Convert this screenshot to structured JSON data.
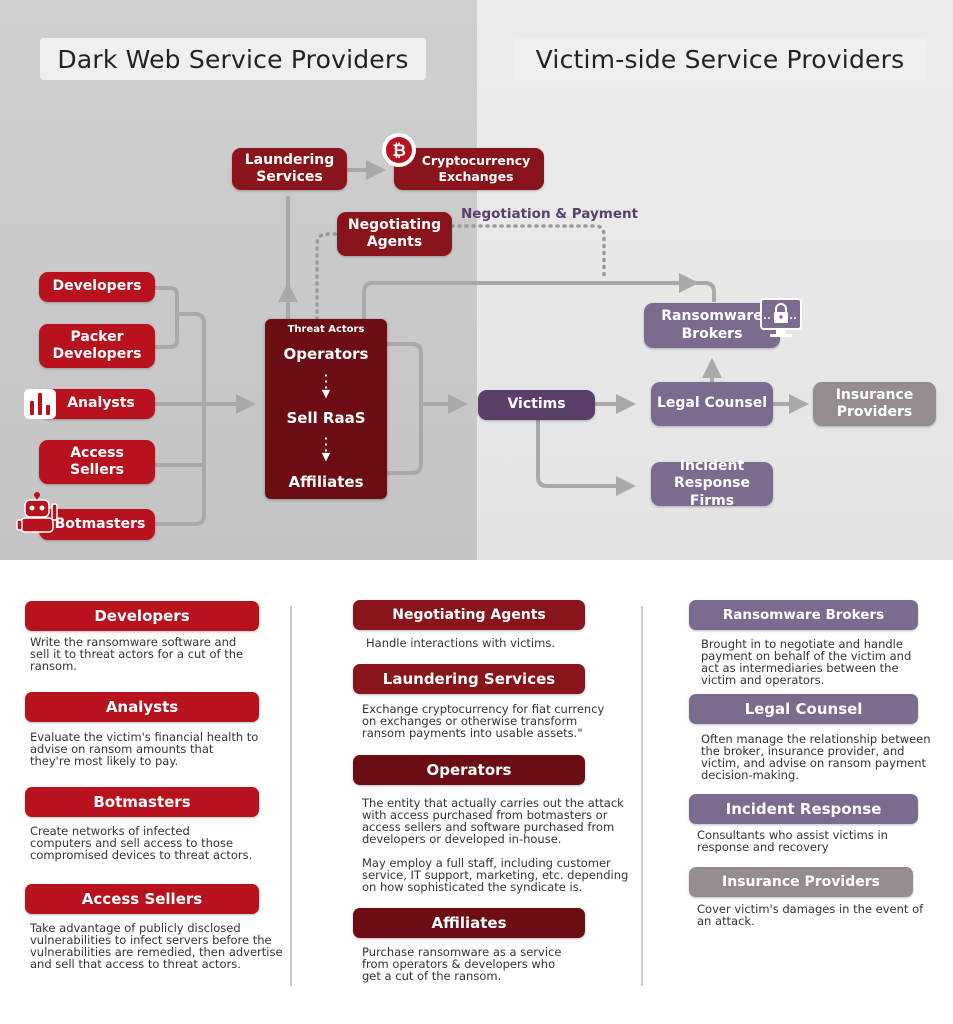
{
  "sections": {
    "left_title": "Dark Web Service Providers",
    "right_title": "Victim-side Service Providers"
  },
  "nodes": {
    "laundering": "Laundering Services",
    "crypto": "Cryptocurrency Exchanges",
    "negotiating": "Negotiating Agents",
    "developers": "Developers",
    "packer": "Packer Developers",
    "analysts": "Analysts",
    "access_sellers": "Access Sellers",
    "botmasters": "Botmasters",
    "victims": "Victims",
    "brokers": "Ransomware Brokers",
    "legal": "Legal Counsel",
    "insurance": "Insurance Providers",
    "incident": "Incident Response Firms"
  },
  "threat_actors": {
    "heading": "Threat Actors",
    "operators": "Operators",
    "sell_raas": "Sell RaaS",
    "affiliates": "Affiliates"
  },
  "labels": {
    "negotiation_payment": "Negotiation & Payment"
  },
  "icons": [
    "bitcoin-icon",
    "bar-chart-icon",
    "robot-icon",
    "locked-monitor-icon"
  ],
  "colors": {
    "red": "#b8121f",
    "dark_red": "#8a141b",
    "maroon": "#6b0d12",
    "purple": "#5a3f6b",
    "lavender": "#7b6b8f",
    "gray": "#958c91"
  },
  "legend": {
    "col1": [
      {
        "title": "Developers",
        "desc": [
          "Write the ransomware software and",
          "sell it to threat actors for a cut of the",
          "ransom."
        ]
      },
      {
        "title": "Analysts",
        "desc": [
          "Evaluate the victim's financial health to",
          "advise on ransom amounts that",
          "they're most likely to pay."
        ]
      },
      {
        "title": "Botmasters",
        "desc": [
          "Create networks of infected",
          "computers and sell access to those",
          "compromised devices to threat actors."
        ]
      },
      {
        "title": "Access Sellers",
        "desc": [
          "Take advantage of publicly disclosed",
          "vulnerabilities to infect servers before the",
          "vulnerabilities are remedied, then advertise",
          "and sell that access to threat actors."
        ]
      }
    ],
    "col2": [
      {
        "title": "Negotiating Agents",
        "desc": [
          "Handle interactions with victims."
        ]
      },
      {
        "title": "Laundering Services",
        "desc": [
          "Exchange cryptocurrency for fiat currency",
          "on exchanges or otherwise transform",
          "ransom payments into usable assets.\""
        ]
      },
      {
        "title": "Operators",
        "desc": [
          "The entity that actually carries out the attack",
          "with access purchased from botmasters or",
          "access sellers and software purchased from",
          "developers or developed in-house."
        ],
        "desc2": [
          "May employ a full staff, including customer",
          "service, IT support, marketing, etc. depending",
          "on how sophisticated the syndicate is."
        ]
      },
      {
        "title": "Affiliates",
        "desc": [
          "Purchase ransomware as a service",
          "from operators & developers who",
          "get a cut of the ransom."
        ]
      }
    ],
    "col3": [
      {
        "title": "Ransomware Brokers",
        "desc": [
          "Brought in to negotiate and handle",
          "payment on behalf of the victim and",
          "act as intermediaries between the",
          "victim and operators."
        ]
      },
      {
        "title": "Legal Counsel",
        "desc": [
          "Often manage the relationship between",
          "the broker, insurance provider, and",
          "victim, and advise on ransom payment",
          "decision-making."
        ]
      },
      {
        "title": "Incident Response",
        "desc": [
          "Consultants who assist victims in",
          "response and recovery"
        ]
      },
      {
        "title": "Insurance Providers",
        "desc": [
          "Cover victim's damages in the event of",
          "an attack."
        ]
      }
    ]
  }
}
